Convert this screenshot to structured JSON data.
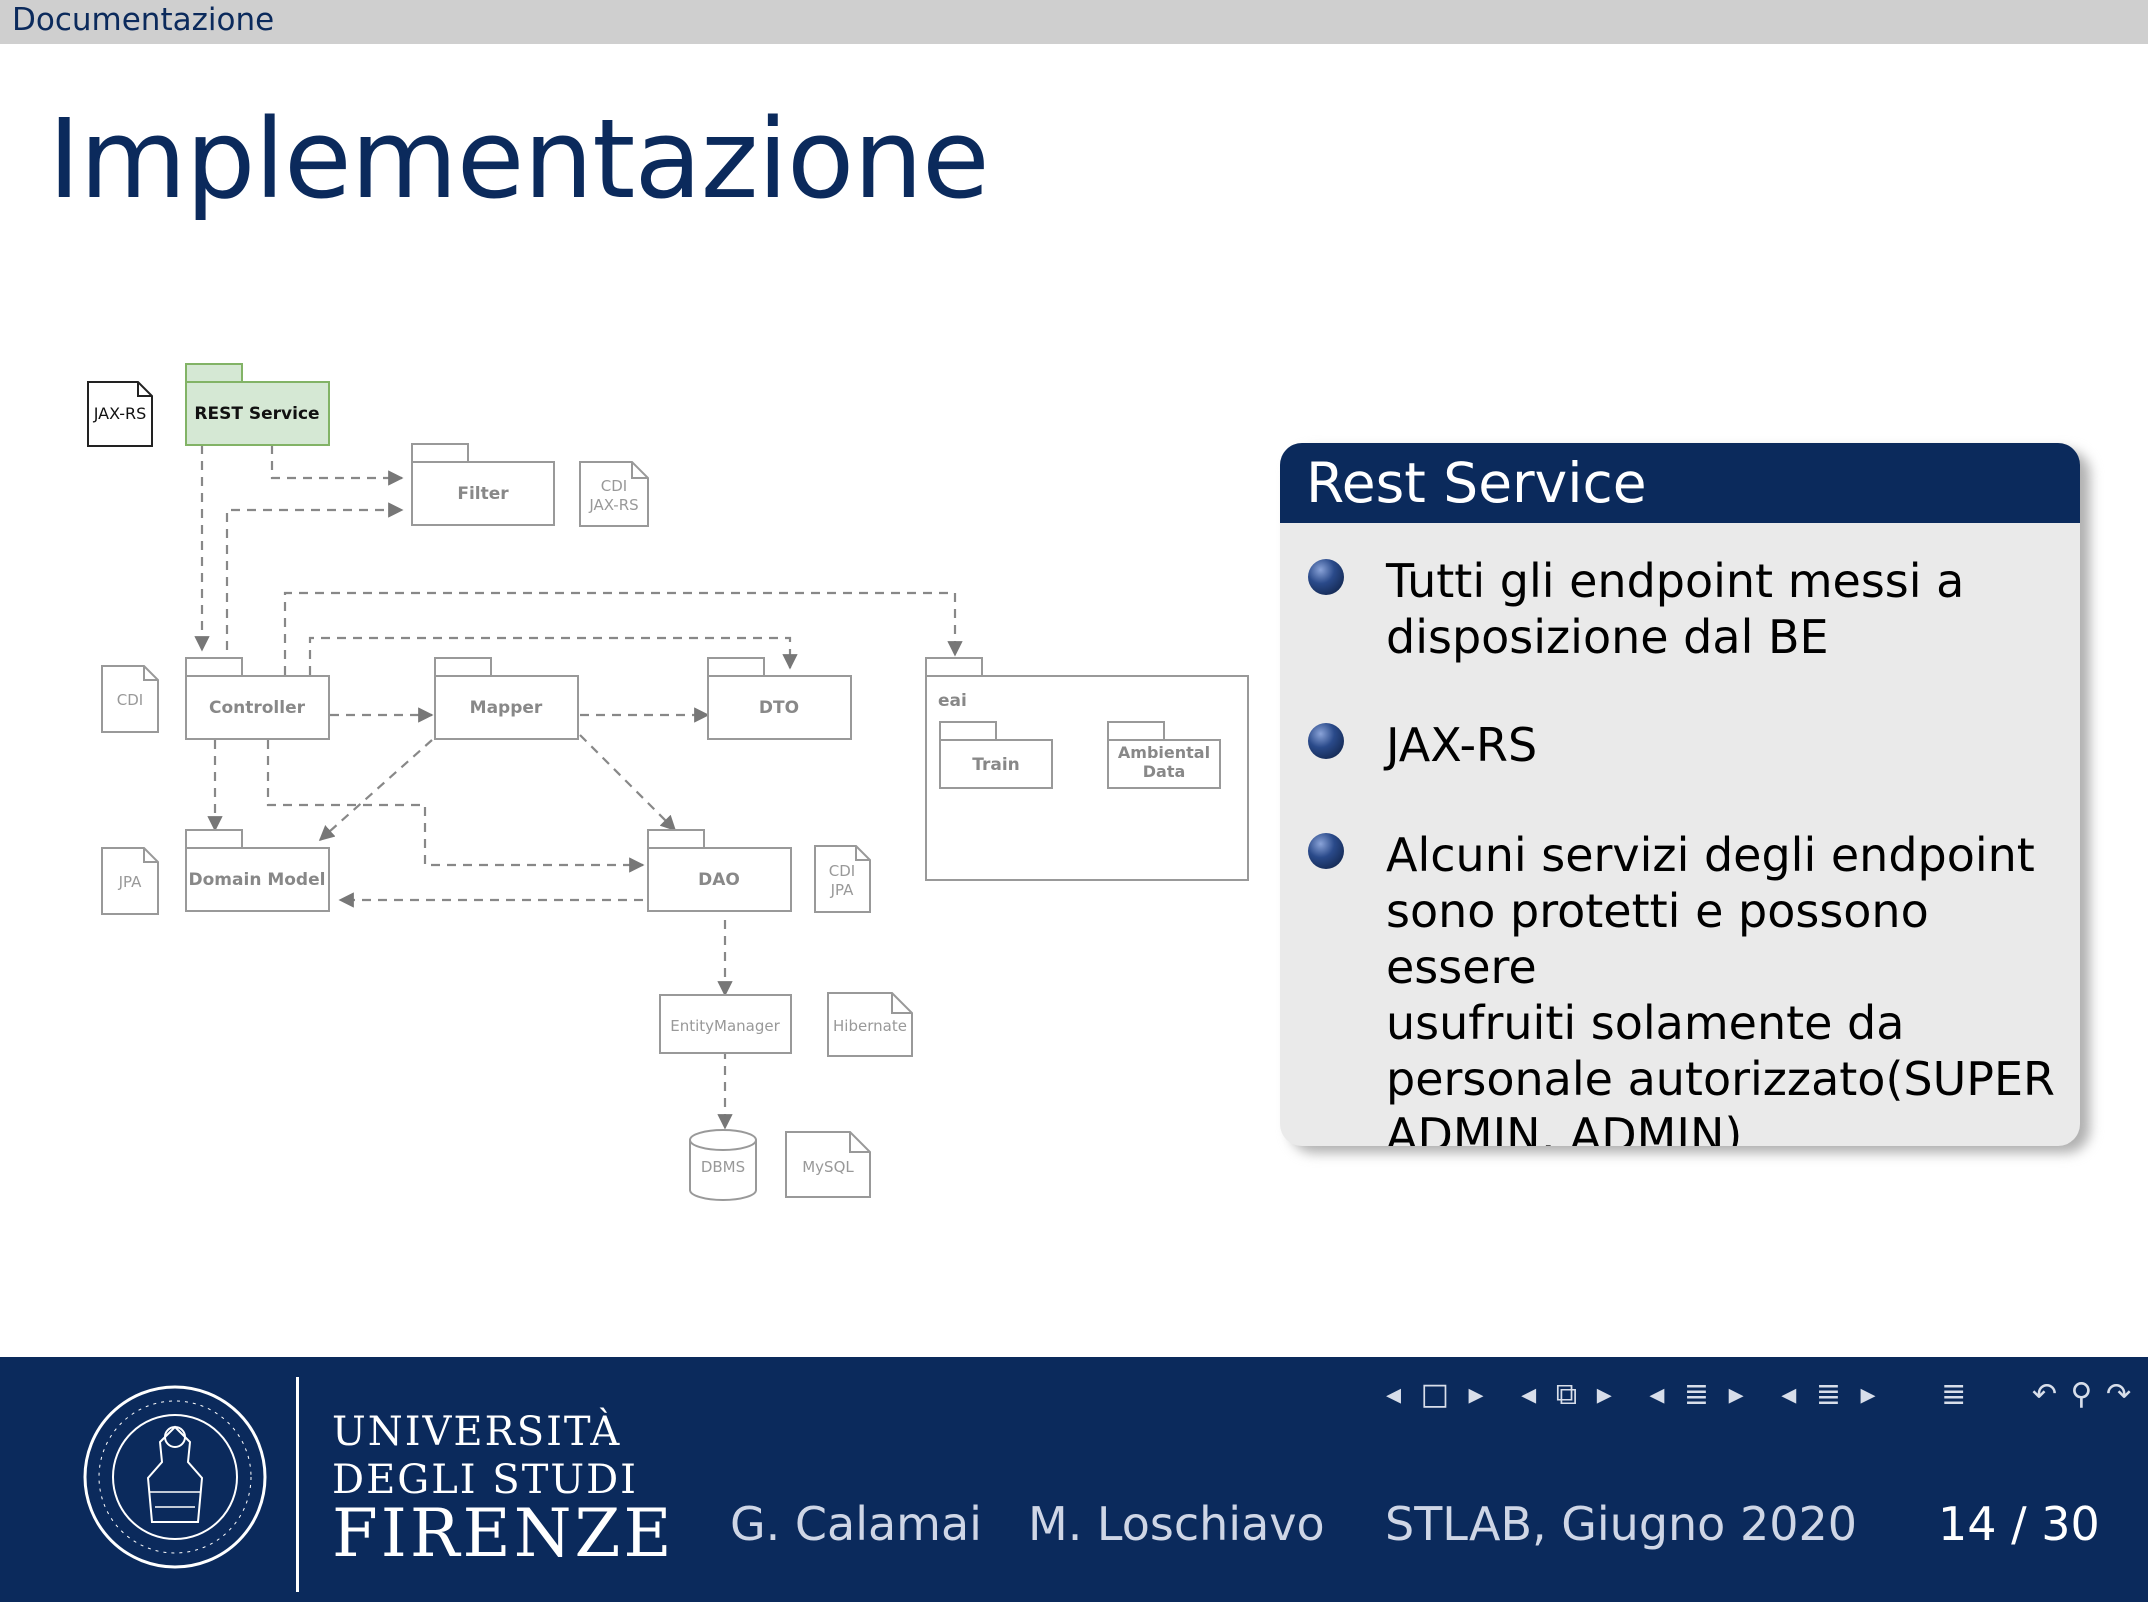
{
  "header": {
    "section": "Documentazione"
  },
  "slide": {
    "title": "Implementazione"
  },
  "diagram": {
    "jax_rs": "JAX-RS",
    "rest_service": "REST Service",
    "filter": "Filter",
    "cdi_jaxrs_1": "CDI",
    "cdi_jaxrs_2": "JAX-RS",
    "controller": "Controller",
    "mapper": "Mapper",
    "dto": "DTO",
    "eai": "eai",
    "train": "Train",
    "ambiental_1": "Ambiental",
    "ambiental_2": "Data",
    "cdi": "CDI",
    "jpa": "JPA",
    "domain_model": "Domain Model",
    "dao": "DAO",
    "cdi_jpa_1": "CDI",
    "cdi_jpa_2": "JPA",
    "entity_manager": "EntityManager",
    "hibernate": "Hibernate",
    "dbms": "DBMS",
    "mysql": "MySQL"
  },
  "block": {
    "title": "Rest Service",
    "items": [
      {
        "line1": "Tutti gli endpoint messi a",
        "line2": "disposizione dal BE"
      },
      {
        "line1": "JAX-RS"
      },
      {
        "line1": "Alcuni servizi degli endpoint",
        "line2": "sono protetti e possono essere",
        "line3": "usufruiti solamente da",
        "line4": "personale autorizzato(SUPER",
        "line5": "ADMIN, ADMIN)"
      }
    ]
  },
  "footer": {
    "uni_line1": "UNIVERSITÀ",
    "uni_line2": "DEGLI STUDI",
    "uni_line3": "FIRENZE",
    "author1": "G. Calamai",
    "author2": "M. Loschiavo",
    "event": "STLAB, Giugno 2020",
    "page": "14 / 30"
  },
  "colors": {
    "navy": "#0b2a5c",
    "rest_green": "#d5e8d4",
    "block_bg": "#eaeaea"
  }
}
